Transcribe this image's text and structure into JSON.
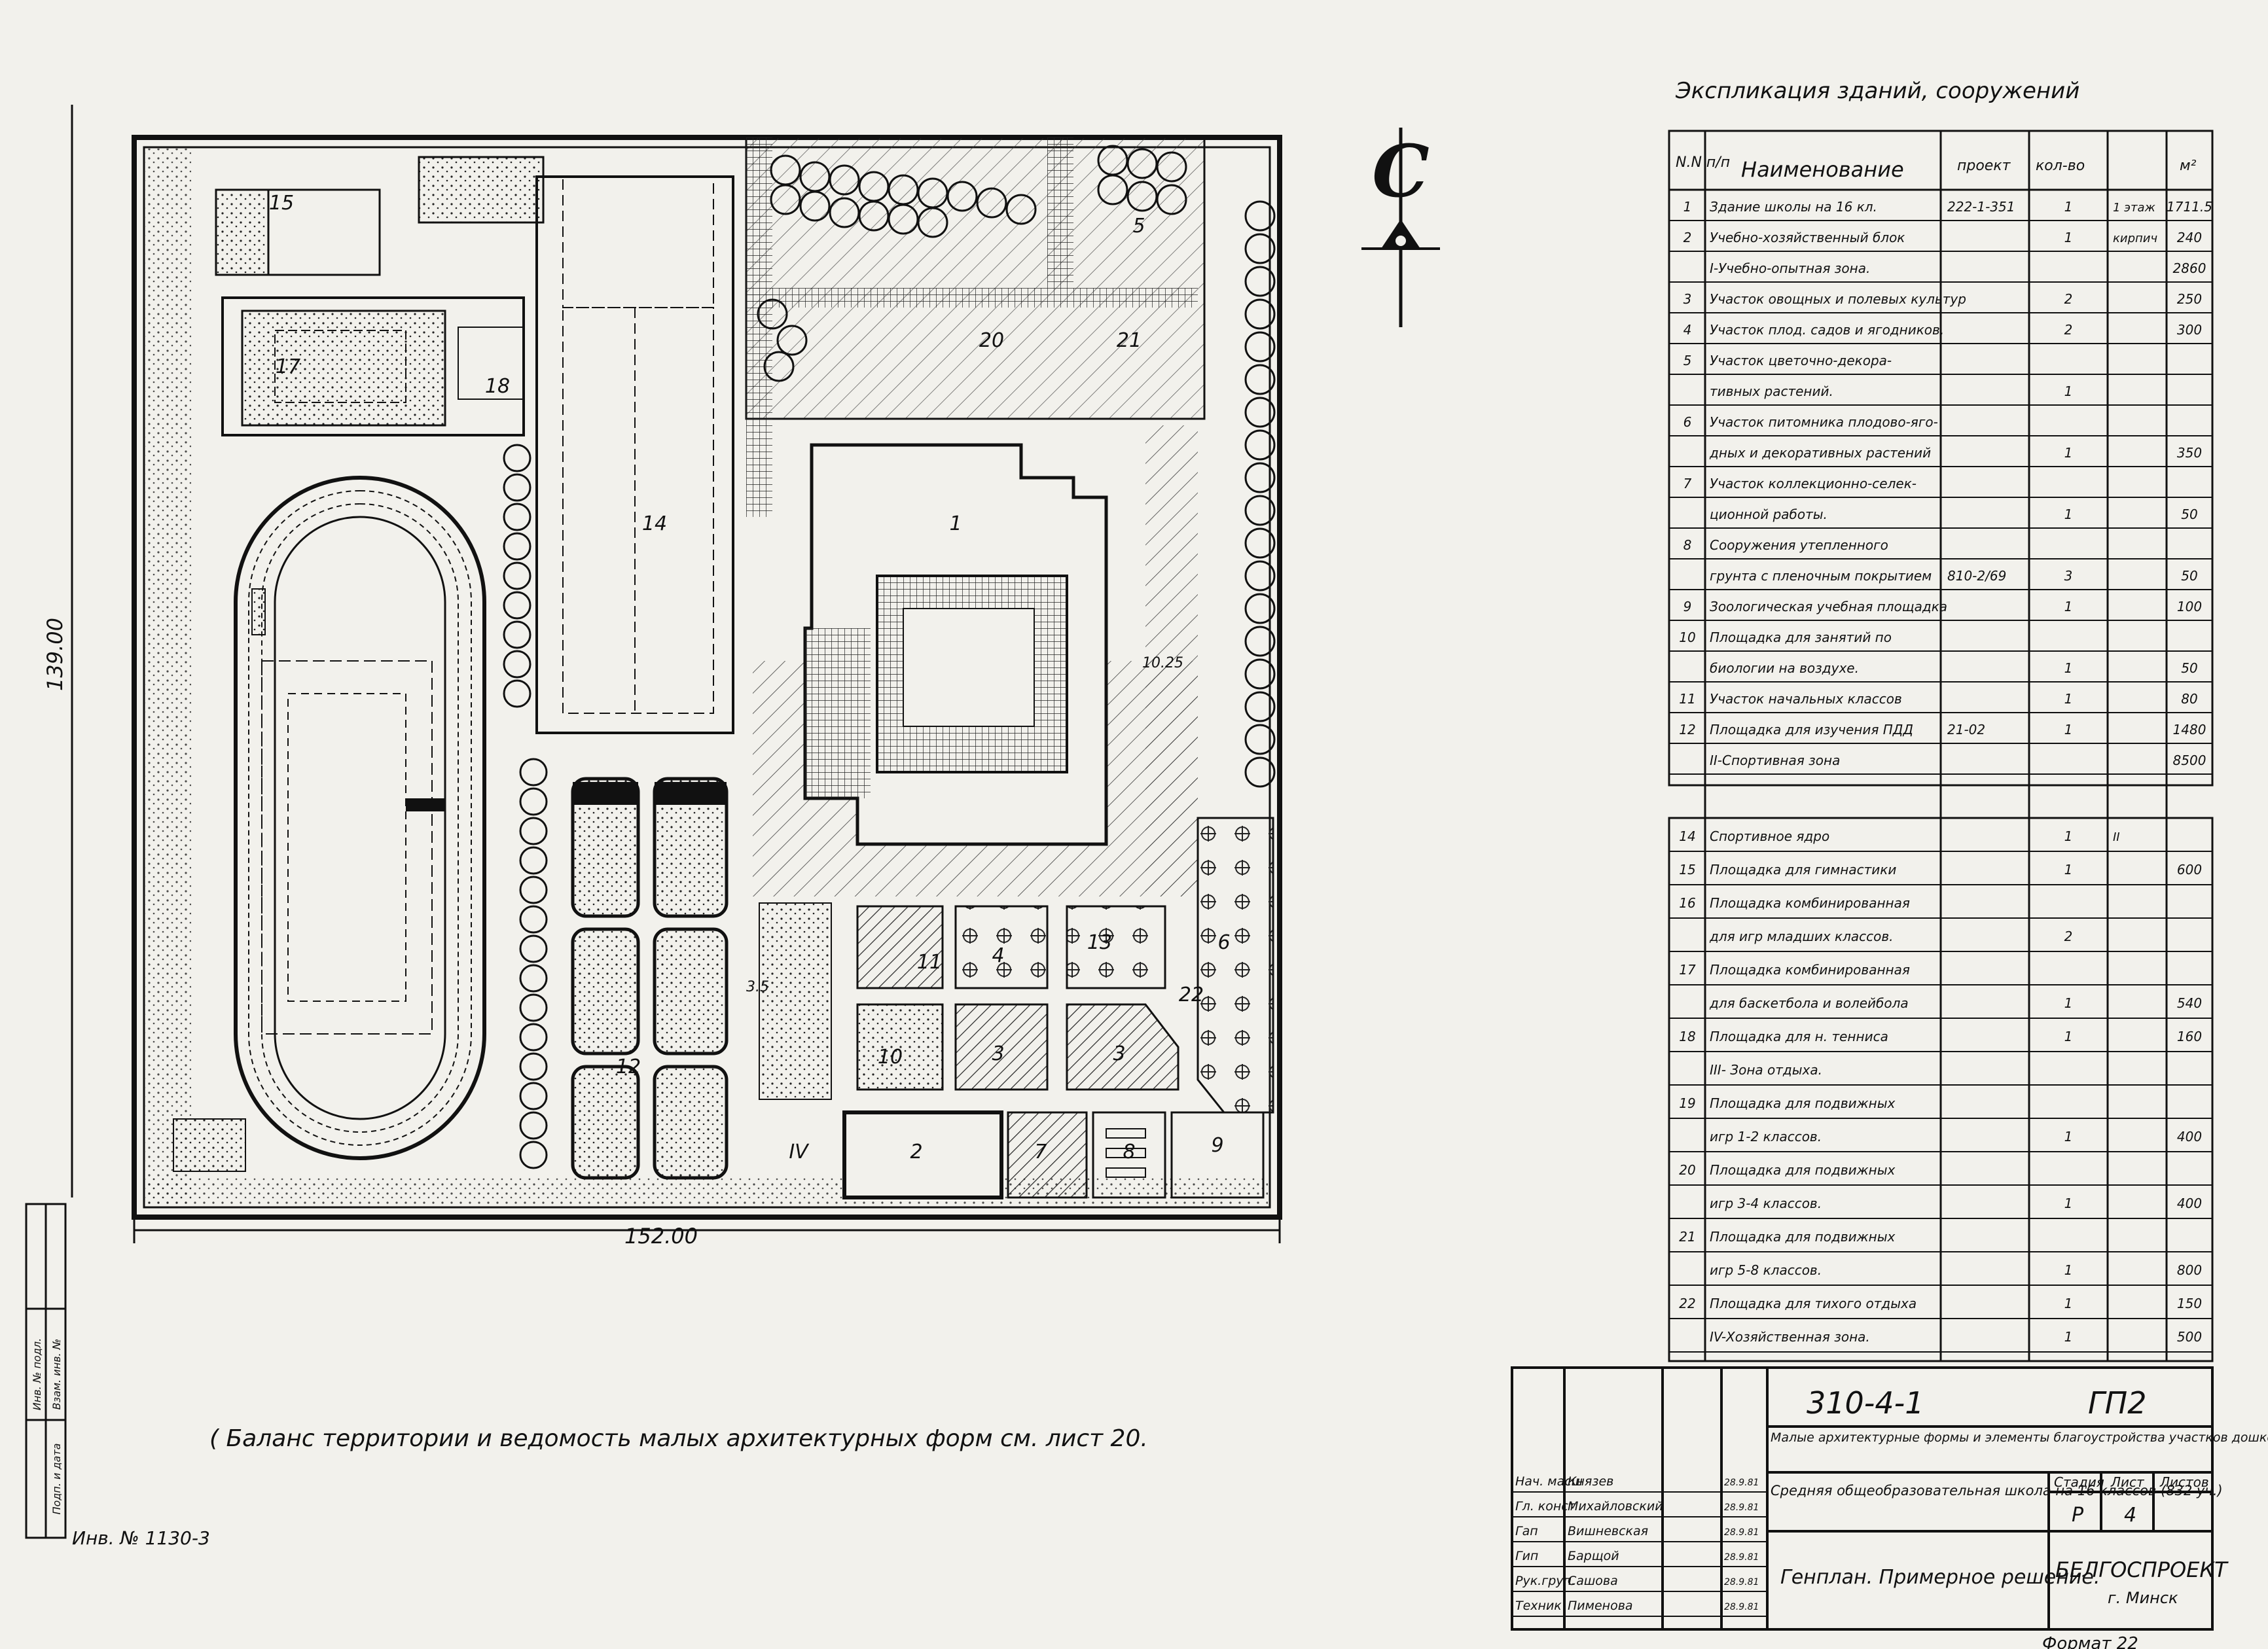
{
  "sheet": {
    "north_letter": "С",
    "dim_width": "152.00",
    "dim_height": "139.00",
    "dim_small_a": "3.5",
    "dim_small_b": "10.25",
    "footnote": "( Баланс территории и ведомость малых архитектурных форм см. лист 20.",
    "inventory_no": "Инв. № 1130-3",
    "format_label": "Формат 22"
  },
  "plan_labels": {
    "site_numbers": [
      "15",
      "17",
      "18",
      "14",
      "1",
      "20",
      "21",
      "5",
      "12",
      "11",
      "10",
      "4",
      "13",
      "3",
      "3",
      "6",
      "22",
      "2",
      "7",
      "8",
      "9",
      "IV"
    ]
  },
  "explication": {
    "title": "Экспликация зданий, сооружений",
    "headers": {
      "num": "N.N п/п",
      "name": "Наименование",
      "project": "проект",
      "qty": "кол-во",
      "area": "м²"
    },
    "rows": [
      {
        "n": "1",
        "name": "Здание школы на 16 кл.",
        "project": "222-1-351",
        "qty": "1",
        "extra": "1 этаж",
        "area": "1711.5"
      },
      {
        "n": "2",
        "name": "Учебно-хозяйственный блок",
        "project": "",
        "qty": "1",
        "extra": "кирпич",
        "area": "240"
      },
      {
        "n": "",
        "name": "I-Учебно-опытная зона.",
        "project": "",
        "qty": "",
        "extra": "",
        "area": "2860"
      },
      {
        "n": "3",
        "name": "Участок овощных и полевых культур",
        "project": "",
        "qty": "2",
        "extra": "",
        "area": "250"
      },
      {
        "n": "4",
        "name": "Участок плод. садов и ягодников.",
        "project": "",
        "qty": "2",
        "extra": "",
        "area": "300"
      },
      {
        "n": "5",
        "name": "Участок цветочно-декора-",
        "project": "",
        "qty": "",
        "extra": "",
        "area": ""
      },
      {
        "n": "",
        "name": "тивных растений.",
        "project": "",
        "qty": "1",
        "extra": "",
        "area": ""
      },
      {
        "n": "6",
        "name": "Участок питомника плодово-яго-",
        "project": "",
        "qty": "",
        "extra": "",
        "area": ""
      },
      {
        "n": "",
        "name": "дных и декоративных растений",
        "project": "",
        "qty": "1",
        "extra": "",
        "area": "350"
      },
      {
        "n": "7",
        "name": "Участок коллекционно-селек-",
        "project": "",
        "qty": "",
        "extra": "",
        "area": ""
      },
      {
        "n": "",
        "name": "ционной работы.",
        "project": "",
        "qty": "1",
        "extra": "",
        "area": "50"
      },
      {
        "n": "8",
        "name": "Сооружения утепленного",
        "project": "",
        "qty": "",
        "extra": "",
        "area": ""
      },
      {
        "n": "",
        "name": "грунта с пленочным покрытием",
        "project": "810-2/69",
        "qty": "3",
        "extra": "",
        "area": "50"
      },
      {
        "n": "9",
        "name": "Зоологическая учебная площадка",
        "project": "",
        "qty": "1",
        "extra": "",
        "area": "100"
      },
      {
        "n": "10",
        "name": "Площадка для занятий по",
        "project": "",
        "qty": "",
        "extra": "",
        "area": ""
      },
      {
        "n": "",
        "name": "биологии на воздухе.",
        "project": "",
        "qty": "1",
        "extra": "",
        "area": "50"
      },
      {
        "n": "11",
        "name": "Участок начальных классов",
        "project": "",
        "qty": "1",
        "extra": "",
        "area": "80"
      },
      {
        "n": "12",
        "name": "Площадка для изучения ПДД",
        "project": "21-02",
        "qty": "1",
        "extra": "",
        "area": "1480"
      },
      {
        "n": "",
        "name": "II-Спортивная зона",
        "project": "",
        "qty": "",
        "extra": "",
        "area": "8500"
      },
      {
        "n": "14",
        "name": "Спортивное ядро",
        "project": "",
        "qty": "1",
        "extra": "II",
        "area": ""
      },
      {
        "n": "15",
        "name": "Площадка для гимнастики",
        "project": "",
        "qty": "1",
        "extra": "",
        "area": "600"
      },
      {
        "n": "16",
        "name": "Площадка комбинированная",
        "project": "",
        "qty": "",
        "extra": "",
        "area": ""
      },
      {
        "n": "",
        "name": "для игр младших классов.",
        "project": "",
        "qty": "2",
        "extra": "",
        "area": ""
      },
      {
        "n": "17",
        "name": "Площадка комбинированная",
        "project": "",
        "qty": "",
        "extra": "",
        "area": ""
      },
      {
        "n": "",
        "name": "для баскетбола и волейбола",
        "project": "",
        "qty": "1",
        "extra": "",
        "area": "540"
      },
      {
        "n": "18",
        "name": "Площадка для н. тенниса",
        "project": "",
        "qty": "1",
        "extra": "",
        "area": "160"
      },
      {
        "n": "",
        "name": "III- Зона отдыха.",
        "project": "",
        "qty": "",
        "extra": "",
        "area": ""
      },
      {
        "n": "19",
        "name": "Площадка для подвижных",
        "project": "",
        "qty": "",
        "extra": "",
        "area": ""
      },
      {
        "n": "",
        "name": "игр 1-2 классов.",
        "project": "",
        "qty": "1",
        "extra": "",
        "area": "400"
      },
      {
        "n": "20",
        "name": "Площадка для подвижных",
        "project": "",
        "qty": "",
        "extra": "",
        "area": ""
      },
      {
        "n": "",
        "name": "игр 3-4 классов.",
        "project": "",
        "qty": "1",
        "extra": "",
        "area": "400"
      },
      {
        "n": "21",
        "name": "Площадка для подвижных",
        "project": "",
        "qty": "",
        "extra": "",
        "area": ""
      },
      {
        "n": "",
        "name": "игр 5-8 классов.",
        "project": "",
        "qty": "1",
        "extra": "",
        "area": "800"
      },
      {
        "n": "22",
        "name": "Площадка для тихого отдыха",
        "project": "",
        "qty": "1",
        "extra": "",
        "area": "150"
      },
      {
        "n": "",
        "name": "IV-Хозяйственная зона.",
        "project": "",
        "qty": "1",
        "extra": "",
        "area": "500"
      }
    ]
  },
  "title_block": {
    "code": "310-4-1",
    "sheet_code": "ГП2",
    "description": "Малые архитектурные формы и элементы благоустройства участков дошкольных детских учреждений, школ и школ-интернатов.",
    "project_name": "Средняя общеобразовательная школа на 16 классов (832 уч.)",
    "drawing_name": "Генплан. Примерное решение.",
    "stage_label": "Стадия",
    "sheet_label": "Лист",
    "sheets_label": "Листов",
    "stage": "Р",
    "sheet": "4",
    "org": "БЕЛГОСПРОЕКТ",
    "city": "г. Минск",
    "roles": [
      {
        "role": "Нач. масш",
        "name": "Князев",
        "date": "28.9.81"
      },
      {
        "role": "Гл. конст",
        "name": "Михайловский",
        "date": "28.9.81"
      },
      {
        "role": "Гап",
        "name": "Вишневская",
        "date": "28.9.81"
      },
      {
        "role": "Гип",
        "name": "Барщой",
        "date": "28.9.81"
      },
      {
        "role": "Рук.груп.",
        "name": "Сашова",
        "date": "28.9.81"
      },
      {
        "role": "Техник",
        "name": "Пименова",
        "date": "28.9.81"
      }
    ]
  },
  "side_stamp": [
    "Взам. инв. №",
    "Подп. и дата",
    "Инв. № подл."
  ]
}
